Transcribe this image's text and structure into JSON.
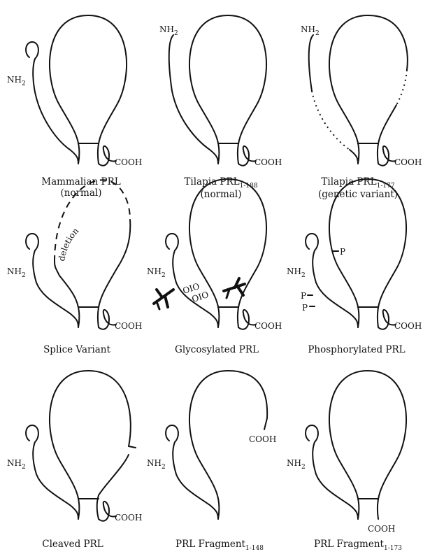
{
  "panels": [
    {
      "label": "Mammalian PRL",
      "sublabel": "(normal)",
      "n_terminus": "NH",
      "n_terminus_sub": "2",
      "c_terminus": "COOH"
    },
    {
      "label": "Tilapia PRL",
      "label_sub": "1-188",
      "sublabel": "(normal)",
      "n_terminus": "NH",
      "n_terminus_sub": "2",
      "c_terminus": "COOH"
    },
    {
      "label": "Tilapia PRL",
      "label_sub": "1-177",
      "sublabel": "(genetic variant)",
      "n_terminus": "NH",
      "n_terminus_sub": "2",
      "c_terminus": "COOH"
    },
    {
      "label": "Splice Variant",
      "n_terminus": "NH",
      "n_terminus_sub": "2",
      "c_terminus": "COOH",
      "annotation": "deletion"
    },
    {
      "label": "Glycosylated PRL",
      "n_terminus": "NH",
      "n_terminus_sub": "2",
      "c_terminus": "COOH",
      "glyco_a": "OIO",
      "glyco_b": "OIO"
    },
    {
      "label": "Phosphorylated PRL",
      "n_terminus": "NH",
      "n_terminus_sub": "2",
      "c_terminus": "COOH",
      "phospho": "P"
    },
    {
      "label": "Cleaved PRL",
      "n_terminus": "NH",
      "n_terminus_sub": "2",
      "c_terminus": "COOH"
    },
    {
      "label": "PRL Fragment",
      "label_sub": "1-148",
      "n_terminus": "NH",
      "n_terminus_sub": "2",
      "c_terminus": "COOH"
    },
    {
      "label": "PRL Fragment",
      "label_sub": "1-173",
      "n_terminus": "NH",
      "n_terminus_sub": "2",
      "c_terminus": "COOH"
    }
  ]
}
